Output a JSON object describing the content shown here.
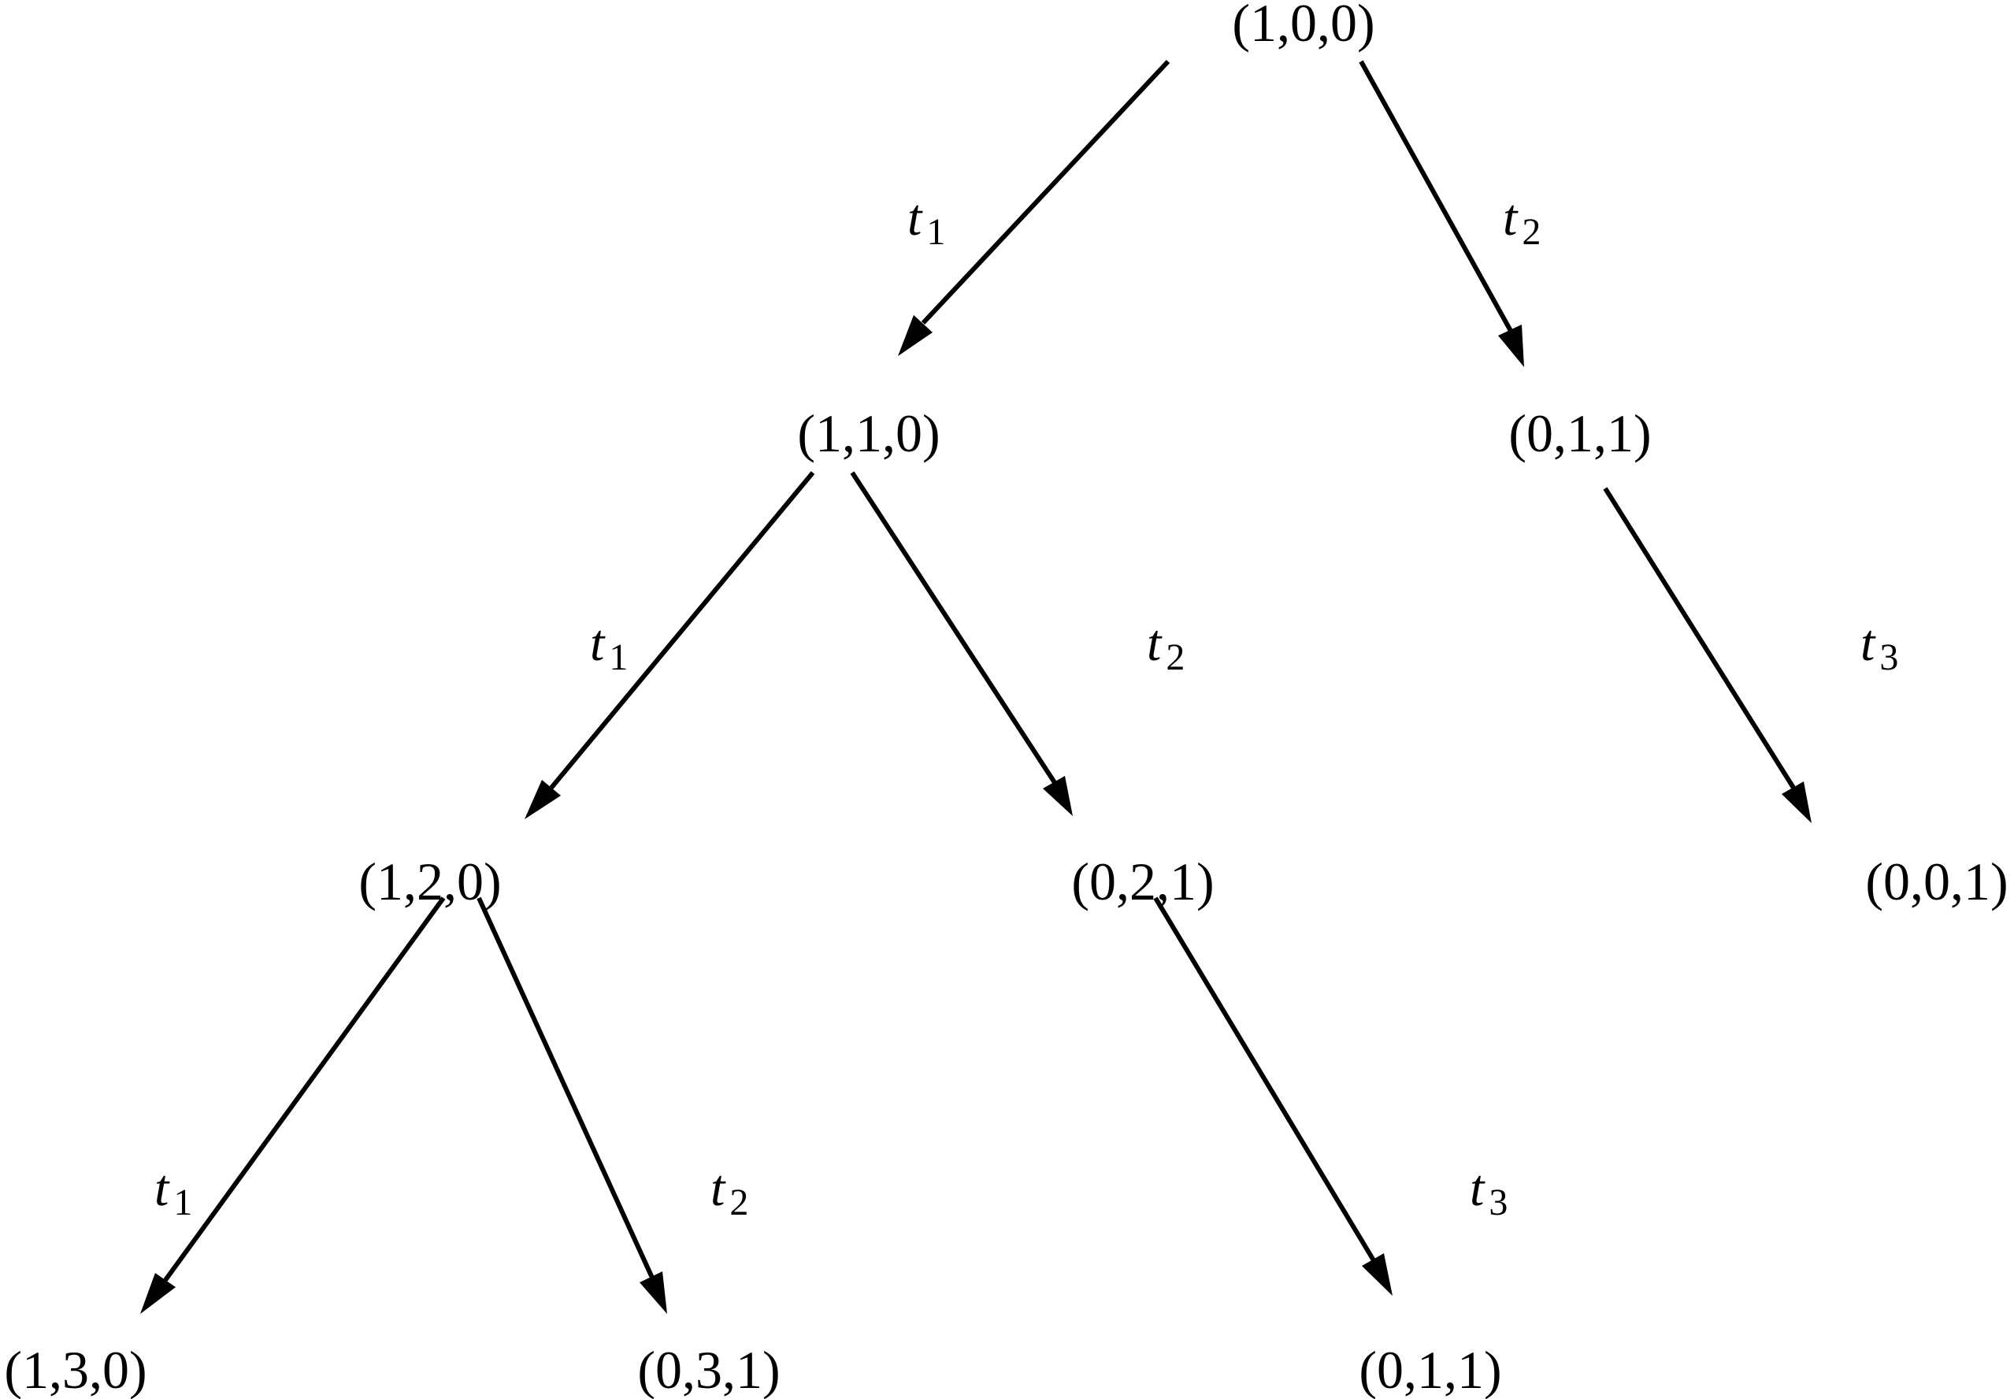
{
  "nodes": {
    "n100": {
      "label": "(1,0,0)"
    },
    "n110": {
      "label": "(1,1,0)"
    },
    "n011a": {
      "label": "(0,1,1)"
    },
    "n120": {
      "label": "(1,2,0)"
    },
    "n021": {
      "label": "(0,2,1)"
    },
    "n001": {
      "label": "(0,0,1)"
    },
    "n130": {
      "label": "(1,3,0)"
    },
    "n031": {
      "label": "(0,3,1)"
    },
    "n011b": {
      "label": "(0,1,1)"
    }
  },
  "edges": {
    "e1": {
      "from": "(1,0,0)",
      "to": "(1,1,0)",
      "letter": "t",
      "sub": "1"
    },
    "e2": {
      "from": "(1,0,0)",
      "to": "(0,1,1)",
      "letter": "t",
      "sub": "2"
    },
    "e3": {
      "from": "(1,1,0)",
      "to": "(1,2,0)",
      "letter": "t",
      "sub": "1"
    },
    "e4": {
      "from": "(1,1,0)",
      "to": "(0,2,1)",
      "letter": "t",
      "sub": "2"
    },
    "e5": {
      "from": "(0,1,1)",
      "to": "(0,0,1)",
      "letter": "t",
      "sub": "3"
    },
    "e6": {
      "from": "(1,2,0)",
      "to": "(1,3,0)",
      "letter": "t",
      "sub": "1"
    },
    "e7": {
      "from": "(1,2,0)",
      "to": "(0,3,1)",
      "letter": "t",
      "sub": "2"
    },
    "e8": {
      "from": "(0,2,1)",
      "to": "(0,1,1)",
      "letter": "t",
      "sub": "3"
    }
  },
  "colors": {
    "stroke": "#000000",
    "background": "#ffffff"
  }
}
